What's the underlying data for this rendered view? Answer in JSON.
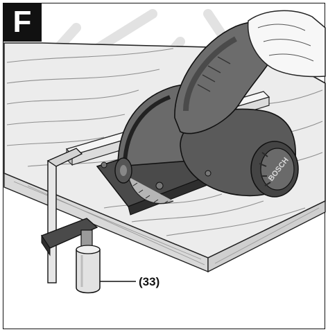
{
  "figure": {
    "panel_letter": "F",
    "callout_label": "(33)",
    "brand_text": "BOSCH"
  },
  "colors": {
    "badge_bg": "#111111",
    "wood": "#e9e9e9",
    "wood_grain": "#9b9b9b",
    "tool_dark": "#3e3e3e",
    "tool_mid": "#5a5a5a",
    "tool_light": "#8a8a8a",
    "clamp": "#cfcfcf",
    "watermark": "#dadada"
  }
}
